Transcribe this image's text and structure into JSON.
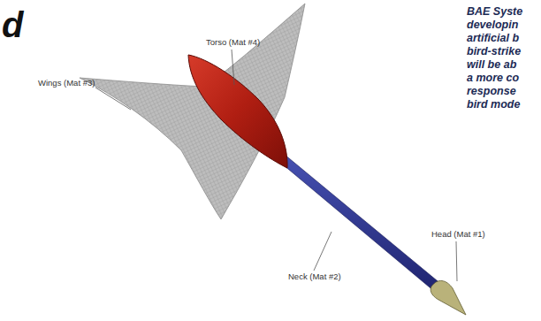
{
  "diagram": {
    "title": "d",
    "labels": [
      "Torso (Mat #4)",
      "Wings (Mat #3)",
      "Neck (Mat #2)",
      "Head (Mat #1)",
      "BAE Syste",
      "developin",
      "artificial b",
      "bird-strike",
      "will be ab",
      "a more co",
      "response",
      "bird mode"
    ]
  }
}
